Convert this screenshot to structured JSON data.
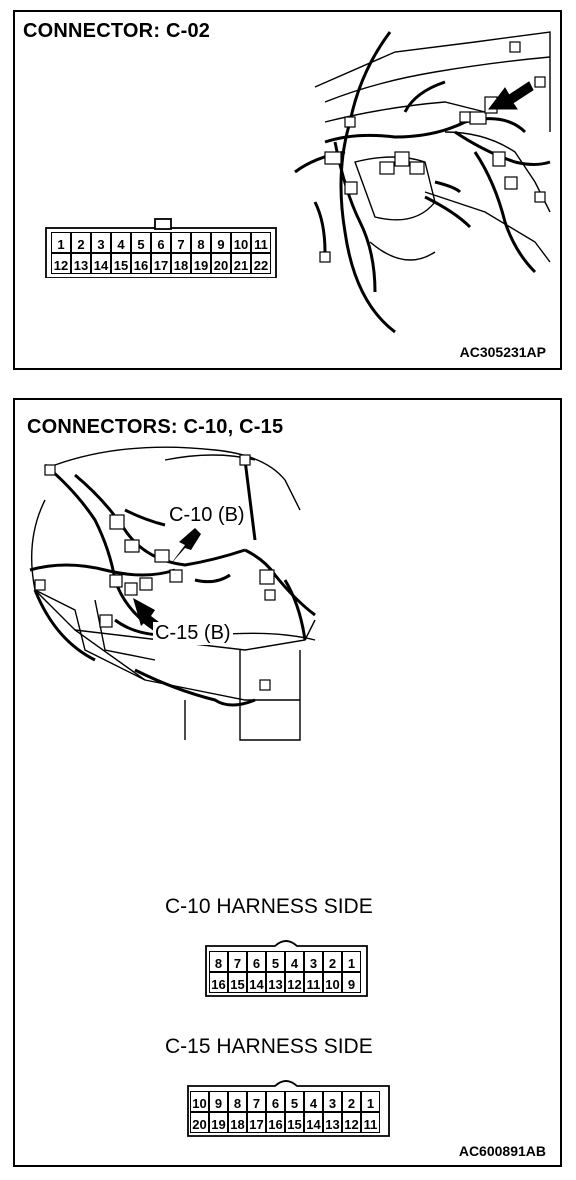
{
  "panel1": {
    "title": "CONNECTOR: C-02",
    "code": "AC305231AP",
    "connector": {
      "top_row": [
        "1",
        "2",
        "3",
        "4",
        "5",
        "6",
        "7",
        "8",
        "9",
        "10",
        "11"
      ],
      "bottom_row": [
        "12",
        "13",
        "14",
        "15",
        "16",
        "17",
        "18",
        "19",
        "20",
        "21",
        "22"
      ]
    }
  },
  "panel2": {
    "title": "CONNECTORS: C-10, C-15",
    "callout_c10": "C-10 (B)",
    "callout_c15": "C-15 (B)",
    "c10": {
      "title": "C-10 HARNESS SIDE",
      "top_row": [
        "8",
        "7",
        "6",
        "5",
        "4",
        "3",
        "2",
        "1"
      ],
      "bottom_row": [
        "16",
        "15",
        "14",
        "13",
        "12",
        "11",
        "10",
        "9"
      ]
    },
    "c15": {
      "title": "C-15 HARNESS SIDE",
      "top_row": [
        "10",
        "9",
        "8",
        "7",
        "6",
        "5",
        "4",
        "3",
        "2",
        "1"
      ],
      "bottom_row": [
        "20",
        "19",
        "18",
        "17",
        "16",
        "15",
        "14",
        "13",
        "12",
        "11"
      ]
    },
    "code": "AC600891AB"
  }
}
